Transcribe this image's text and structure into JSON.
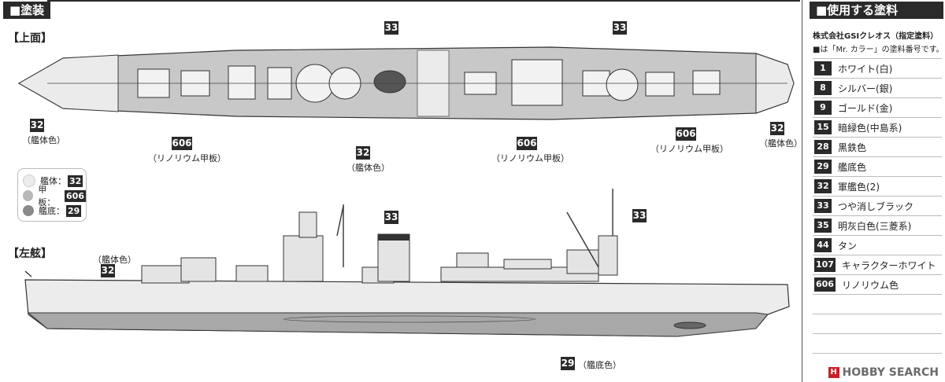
{
  "left_header": {
    "title": "■塗装"
  },
  "right_header": {
    "title": "■使用する塗料"
  },
  "views": {
    "top_label": "【上面】",
    "side_label": "【左舷】"
  },
  "callouts": {
    "top_33a": "33",
    "top_33b": "33",
    "top_32_bow": "32",
    "top_32_bow_cap": "（艦体色）",
    "top_606a": "606",
    "top_606a_cap": "（リノリウム甲板）",
    "top_32_mid": "32",
    "top_32_mid_cap": "（艦体色）",
    "top_606b": "606",
    "top_606b_cap": "（リノリウム甲板）",
    "top_606c": "606",
    "top_606c_cap": "（リノリウム甲板）",
    "top_32_stern": "32",
    "top_32_stern_cap": "（艦体色）",
    "side_33a": "33",
    "side_33b": "33",
    "side_32": "32",
    "side_32_cap": "（艦体色）",
    "side_29": "29",
    "side_29_cap": "（艦底色）"
  },
  "legend": [
    {
      "label": "艦体：",
      "code": "32",
      "color": "#ececec"
    },
    {
      "label": "甲板：",
      "code": "606",
      "color": "#b9b9b9"
    },
    {
      "label": "艦底：",
      "code": "29",
      "color": "#8a8a8a"
    }
  ],
  "paints": {
    "maker": "株式会社GSIクレオス（指定塗料）",
    "note": "■は「Mr. カラー」の塗料番号です。",
    "items": [
      {
        "code": "1",
        "name": "ホワイト(白)"
      },
      {
        "code": "8",
        "name": "シルバー(銀)"
      },
      {
        "code": "9",
        "name": "ゴールド(金)"
      },
      {
        "code": "15",
        "name": "暗緑色(中島系)"
      },
      {
        "code": "28",
        "name": "黒鉄色"
      },
      {
        "code": "29",
        "name": "艦底色"
      },
      {
        "code": "32",
        "name": "軍艦色(2)"
      },
      {
        "code": "33",
        "name": "つや消しブラック"
      },
      {
        "code": "35",
        "name": "明灰白色(三菱系)"
      },
      {
        "code": "44",
        "name": "タン"
      },
      {
        "code": "107",
        "name": "キャラクターホワイト"
      },
      {
        "code": "606",
        "name": "リノリウム色"
      }
    ]
  },
  "watermark": "HOBBY SEARCH"
}
